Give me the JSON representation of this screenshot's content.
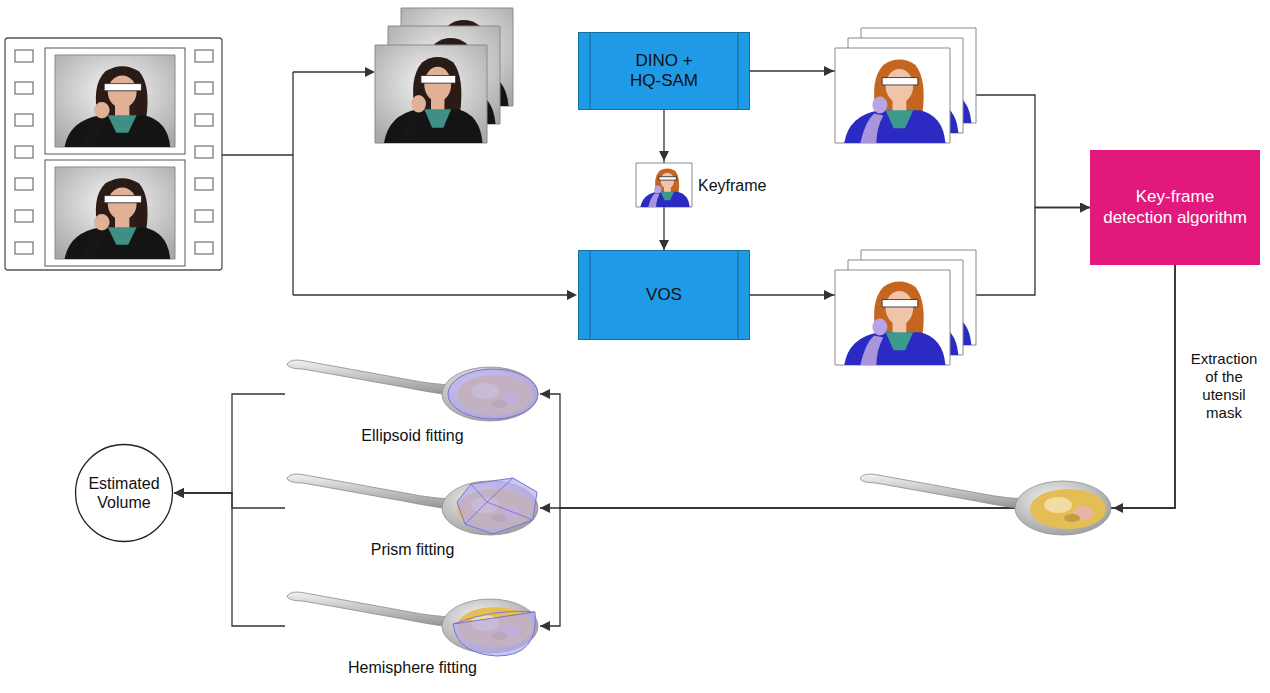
{
  "diagram": {
    "nodes": [
      {
        "text": [
          "DINO + HQ-SAM"
        ]
      },
      {
        "text": [
          "VOS"
        ]
      },
      {
        "text": [
          "Key-frame detection algorithm"
        ]
      },
      {
        "text": [
          "Ellipsoid fitting"
        ]
      },
      {
        "text": [
          "Prism fitting"
        ]
      },
      {
        "text": [
          "Hemisphere fitting"
        ]
      },
      {
        "text": [
          "Estimated Volume"
        ]
      }
    ],
    "edges": [
      {
        "from": 0,
        "to": 1,
        "arrow": "to"
      },
      {
        "from": 0,
        "to": 2,
        "arrow": "to"
      },
      {
        "from": 1,
        "to": 2,
        "arrow": "to"
      },
      {
        "from": 2,
        "to": 3,
        "arrow": "to"
      },
      {
        "from": 2,
        "to": 4,
        "arrow": "to"
      },
      {
        "from": 2,
        "to": 5,
        "arrow": "to"
      },
      {
        "from": 3,
        "to": 6,
        "arrow": "to"
      },
      {
        "from": 4,
        "to": 6,
        "arrow": "to"
      },
      {
        "from": 5,
        "to": 6,
        "arrow": "to"
      }
    ],
    "labels": [
      "Keyframe",
      "Extraction of the utensil mask"
    ]
  }
}
